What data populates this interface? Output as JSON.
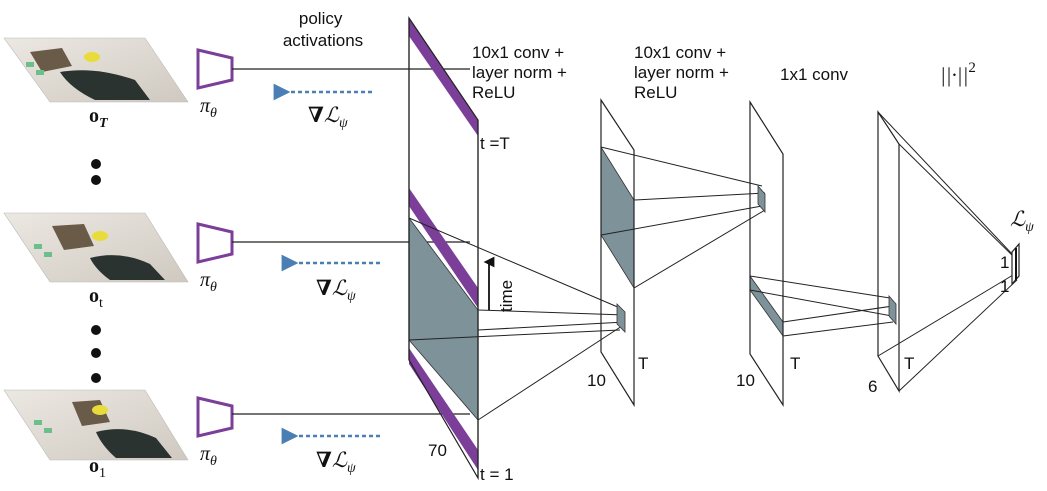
{
  "header": {
    "policy_activations_line1": "policy",
    "policy_activations_line2": "activations"
  },
  "observations": [
    {
      "label": "o",
      "sub": "T"
    },
    {
      "label": "o",
      "sub": "t"
    },
    {
      "label": "o",
      "sub": "1"
    }
  ],
  "policy": {
    "symbol": "π",
    "sub": "θ"
  },
  "gradient": {
    "nabla": "∇",
    "symbol": "ℒ",
    "sub": "ψ"
  },
  "stage1": {
    "time_top": "t =T",
    "time_bottom": "t = 1",
    "time_axis": "time",
    "channels": "70"
  },
  "stage2": {
    "title_line1": "10x1 conv +",
    "title_line2": "layer norm +",
    "title_line3": "ReLU",
    "channels": "10",
    "length": "T"
  },
  "stage3": {
    "title_line1": "10x1 conv +",
    "title_line2": "layer norm +",
    "title_line3": "ReLU",
    "channels": "10",
    "length": "T"
  },
  "stage4": {
    "title": "1x1 conv",
    "channels": "6",
    "length": "T"
  },
  "norm": {
    "label": "||·||",
    "power": "2"
  },
  "loss": {
    "symbol": "ℒ",
    "sub": "ψ",
    "one_a": "1",
    "one_b": "1"
  },
  "colors": {
    "purple": "#7B3F99",
    "slate": "#7E9299",
    "arrow_blue": "#4A7FB5"
  }
}
